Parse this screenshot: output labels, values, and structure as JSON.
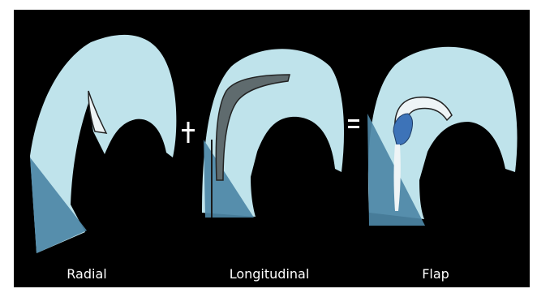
{
  "diagram": {
    "operators": {
      "plus": "+",
      "equals": "="
    },
    "labels": {
      "radial": "Radial",
      "longitudinal": "Longitudinal",
      "flap": "Flap"
    },
    "colors": {
      "background": "#000000",
      "meniscus": "#bfe3eb",
      "wedge": "#4d87a6",
      "tear_dark": "#5f6b6e",
      "tear_white": "#eef4f6",
      "flap_blue": "#3d73b8",
      "text": "#ffffff"
    }
  }
}
